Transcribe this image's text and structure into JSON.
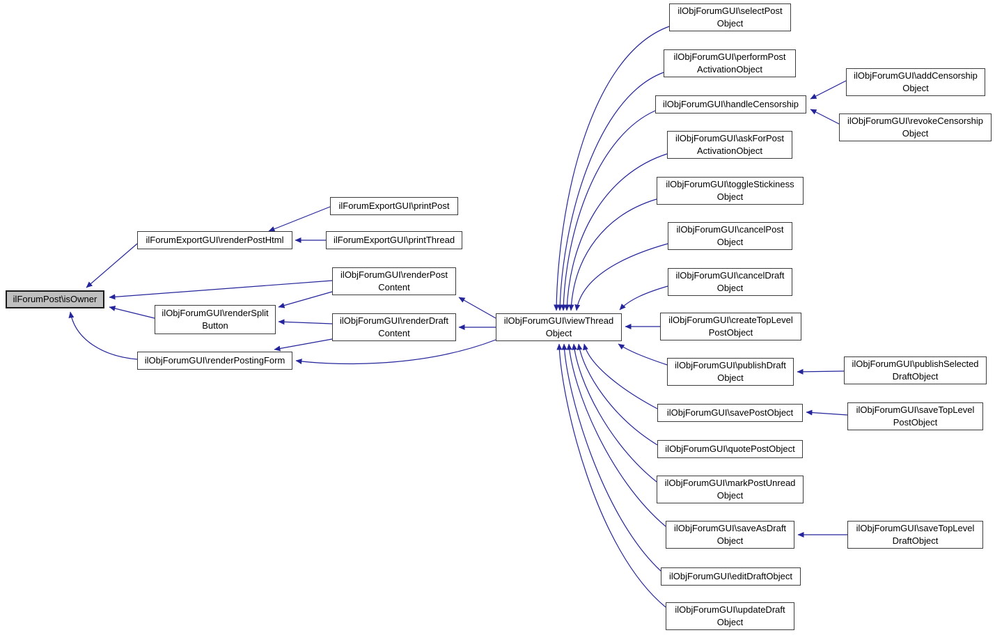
{
  "diagram": {
    "type": "call-graph",
    "root_function": "ilForumPost\\isOwner",
    "edge_color": "#24249b",
    "node_border_color": "#3c3c3c",
    "node_fill": "#ffffff",
    "root_fill": "#bfbfbf"
  },
  "nodes": {
    "isOwner": {
      "label": "ilForumPost\\isOwner"
    },
    "renderPostHtml": {
      "label": "ilForumExportGUI\\renderPostHtml"
    },
    "renderSplitButton": {
      "label": "ilObjForumGUI\\renderSplit\nButton"
    },
    "renderPostingForm": {
      "label": "ilObjForumGUI\\renderPostingForm"
    },
    "printPost": {
      "label": "ilForumExportGUI\\printPost"
    },
    "printThread": {
      "label": "ilForumExportGUI\\printThread"
    },
    "renderPostContent": {
      "label": "ilObjForumGUI\\renderPost\nContent"
    },
    "renderDraftContent": {
      "label": "ilObjForumGUI\\renderDraft\nContent"
    },
    "viewThreadObject": {
      "label": "ilObjForumGUI\\viewThread\nObject"
    },
    "selectPostObject": {
      "label": "ilObjForumGUI\\selectPost\nObject"
    },
    "performPostActivationObject": {
      "label": "ilObjForumGUI\\performPost\nActivationObject"
    },
    "handleCensorship": {
      "label": "ilObjForumGUI\\handleCensorship"
    },
    "askForPostActivationObject": {
      "label": "ilObjForumGUI\\askForPost\nActivationObject"
    },
    "toggleStickinessObject": {
      "label": "ilObjForumGUI\\toggleStickiness\nObject"
    },
    "cancelPostObject": {
      "label": "ilObjForumGUI\\cancelPost\nObject"
    },
    "cancelDraftObject": {
      "label": "ilObjForumGUI\\cancelDraft\nObject"
    },
    "createTopLevelPostObject": {
      "label": "ilObjForumGUI\\createTopLevel\nPostObject"
    },
    "publishDraftObject": {
      "label": "ilObjForumGUI\\publishDraft\nObject"
    },
    "savePostObject": {
      "label": "ilObjForumGUI\\savePostObject"
    },
    "quotePostObject": {
      "label": "ilObjForumGUI\\quotePostObject"
    },
    "markPostUnreadObject": {
      "label": "ilObjForumGUI\\markPostUnread\nObject"
    },
    "saveAsDraftObject": {
      "label": "ilObjForumGUI\\saveAsDraft\nObject"
    },
    "editDraftObject": {
      "label": "ilObjForumGUI\\editDraftObject"
    },
    "updateDraftObject": {
      "label": "ilObjForumGUI\\updateDraft\nObject"
    },
    "addCensorshipObject": {
      "label": "ilObjForumGUI\\addCensorship\nObject"
    },
    "revokeCensorshipObject": {
      "label": "ilObjForumGUI\\revokeCensorship\nObject"
    },
    "publishSelectedDraftObject": {
      "label": "ilObjForumGUI\\publishSelected\nDraftObject"
    },
    "saveTopLevelPostObject": {
      "label": "ilObjForumGUI\\saveTopLevel\nPostObject"
    },
    "saveTopLevelDraftObject": {
      "label": "ilObjForumGUI\\saveTopLevel\nDraftObject"
    }
  },
  "edges": [
    [
      "renderPostHtml",
      "isOwner"
    ],
    [
      "renderPostContent",
      "isOwner"
    ],
    [
      "renderSplitButton",
      "isOwner"
    ],
    [
      "renderPostingForm",
      "isOwner"
    ],
    [
      "printPost",
      "renderPostHtml"
    ],
    [
      "printThread",
      "renderPostHtml"
    ],
    [
      "renderPostContent",
      "renderSplitButton"
    ],
    [
      "renderDraftContent",
      "renderSplitButton"
    ],
    [
      "renderDraftContent",
      "renderPostingForm"
    ],
    [
      "viewThreadObject",
      "renderPostContent"
    ],
    [
      "viewThreadObject",
      "renderDraftContent"
    ],
    [
      "viewThreadObject",
      "renderPostingForm"
    ],
    [
      "selectPostObject",
      "viewThreadObject"
    ],
    [
      "performPostActivationObject",
      "viewThreadObject"
    ],
    [
      "handleCensorship",
      "viewThreadObject"
    ],
    [
      "askForPostActivationObject",
      "viewThreadObject"
    ],
    [
      "toggleStickinessObject",
      "viewThreadObject"
    ],
    [
      "cancelPostObject",
      "viewThreadObject"
    ],
    [
      "cancelDraftObject",
      "viewThreadObject"
    ],
    [
      "createTopLevelPostObject",
      "viewThreadObject"
    ],
    [
      "publishDraftObject",
      "viewThreadObject"
    ],
    [
      "savePostObject",
      "viewThreadObject"
    ],
    [
      "quotePostObject",
      "viewThreadObject"
    ],
    [
      "markPostUnreadObject",
      "viewThreadObject"
    ],
    [
      "saveAsDraftObject",
      "viewThreadObject"
    ],
    [
      "editDraftObject",
      "viewThreadObject"
    ],
    [
      "updateDraftObject",
      "viewThreadObject"
    ],
    [
      "addCensorshipObject",
      "handleCensorship"
    ],
    [
      "revokeCensorshipObject",
      "handleCensorship"
    ],
    [
      "publishSelectedDraftObject",
      "publishDraftObject"
    ],
    [
      "saveTopLevelPostObject",
      "savePostObject"
    ],
    [
      "saveTopLevelDraftObject",
      "saveAsDraftObject"
    ]
  ]
}
